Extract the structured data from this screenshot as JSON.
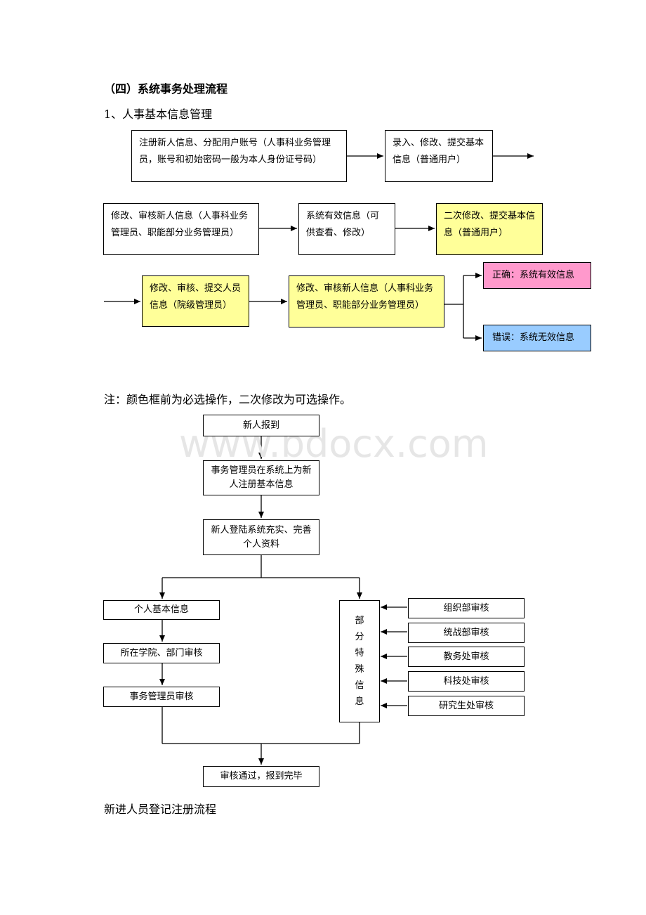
{
  "section_title": "（四）系统事务处理流程",
  "subsection_title": "1、人事基本信息管理",
  "flow1": {
    "row1": [
      "注册新人信息、分配用户账号（人事科业务管理员，账号和初始密码一般为本人身份证号码）",
      "录入、修改、提交基本信息（普通用户）"
    ],
    "row2": [
      "修改、审核新人信息（人事科业务管理员、职能部分业务管理员）",
      "系统有效信息（可供查看、修改）",
      "二次修改、提交基本信息（普通用户）"
    ],
    "row3": [
      "修改、审核、提交人员信息（院级管理员）",
      "修改、审核新人信息（人事科业务管理员、职能部分业务管理员）"
    ],
    "correct": "正确：系统有效信息",
    "wrong": "错误：系统无效信息",
    "colors": {
      "yellow": "#ffff99",
      "pink": "#ff99cc",
      "blue": "#99ccff"
    }
  },
  "note": "注：颜色框前为必选操作，二次修改为可选操作。",
  "watermark": "www.bdocx.com",
  "flow2": {
    "start": "新人报到",
    "step2": "事务管理员在系统上为新人注册基本信息",
    "step3": "新人登陆系统充实、完善个人资料",
    "left": [
      "个人基本信息",
      "所在学院、部门审核",
      "事务管理员审核"
    ],
    "special": [
      "部",
      "分",
      "特",
      "殊",
      "信",
      "息"
    ],
    "reviewers": [
      "组织部审核",
      "统战部审核",
      "教务处审核",
      "科技处审核",
      "研究生处审核"
    ],
    "end": "审核通过，报到完毕"
  },
  "caption": "新进人员登记注册流程"
}
